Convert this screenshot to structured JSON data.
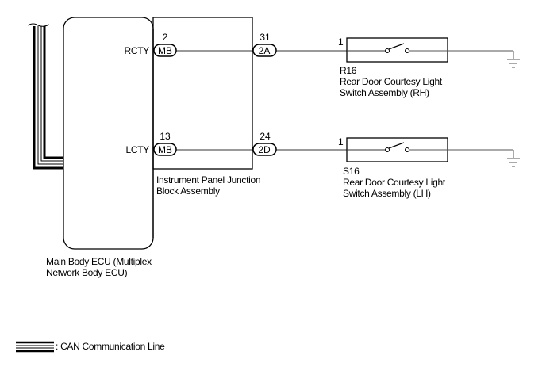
{
  "diagram": {
    "ecu": {
      "name_line1": "Main Body ECU (Multiplex",
      "name_line2": "Network Body ECU)",
      "terminals": [
        {
          "label": "RCTY",
          "pin": "2",
          "connector": "MB"
        },
        {
          "label": "LCTY",
          "pin": "13",
          "connector": "MB"
        }
      ]
    },
    "junction_block": {
      "name_line1": "Instrument Panel Junction",
      "name_line2": "Block Assembly",
      "connectors": [
        {
          "pin": "31",
          "connector": "2A"
        },
        {
          "pin": "24",
          "connector": "2D"
        }
      ]
    },
    "switches": [
      {
        "pin": "1",
        "code": "R16",
        "name_line1": "Rear Door Courtesy Light",
        "name_line2": "Switch Assembly (RH)"
      },
      {
        "pin": "1",
        "code": "S16",
        "name_line1": "Rear Door Courtesy Light",
        "name_line2": "Switch Assembly (LH)"
      }
    ],
    "legend": {
      "can_line_label": ": CAN Communication Line"
    },
    "colors": {
      "line": "#000000",
      "ground": "#555555",
      "background": "#ffffff"
    }
  }
}
